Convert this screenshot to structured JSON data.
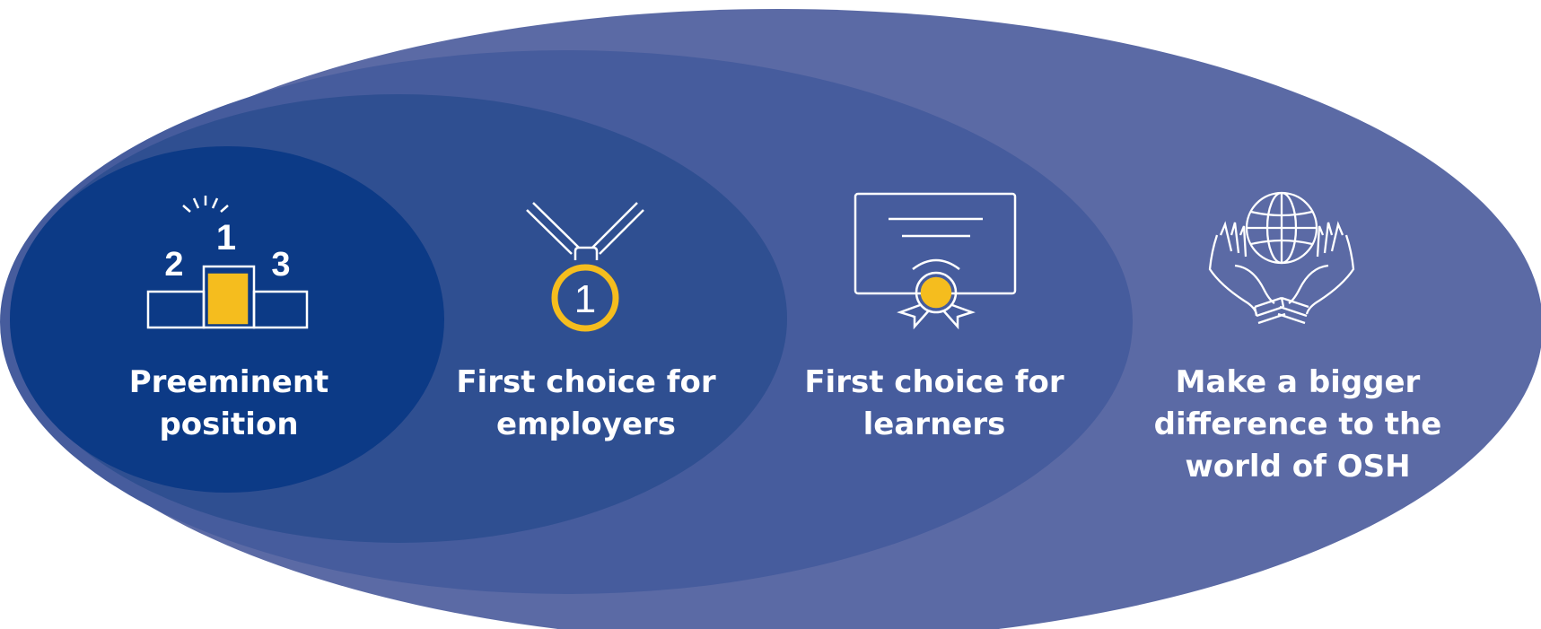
{
  "colors": {
    "background": "#ffffff",
    "ring_outer": "#5b6aa5",
    "ring_3": "#465c9d",
    "ring_2": "#2f4f91",
    "ring_inner": "#0c3a86",
    "icon_stroke": "#ffffff",
    "accent": "#f5bd1e",
    "text": "#ffffff"
  },
  "stages": [
    {
      "label": "Preeminent\nposition",
      "icon": "podium-icon"
    },
    {
      "label": "First choice for\nemployers",
      "icon": "medal-icon"
    },
    {
      "label": "First choice for\nlearners",
      "icon": "certificate-icon"
    },
    {
      "label": "Make a bigger\ndifference to the\nworld of OSH",
      "icon": "hands-globe-icon"
    }
  ],
  "podium": {
    "first": "1",
    "second": "2",
    "third": "3"
  },
  "medal": {
    "number": "1"
  }
}
